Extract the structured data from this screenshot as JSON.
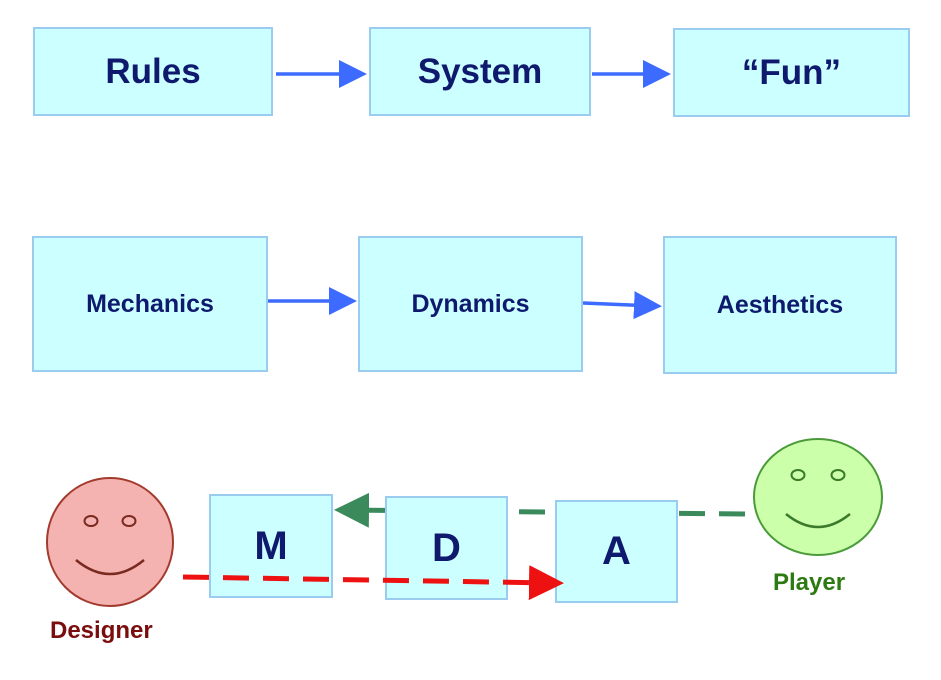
{
  "row1": {
    "boxes": [
      "Rules",
      "System",
      "“Fun”"
    ]
  },
  "row2": {
    "boxes": [
      "Mechanics",
      "Dynamics",
      "Aesthetics"
    ]
  },
  "row3": {
    "boxes": [
      "M",
      "D",
      "A"
    ],
    "designer": {
      "label": "Designer",
      "icon": "smiley-face-icon",
      "color": "#f4b3b0"
    },
    "player": {
      "label": "Player",
      "icon": "smiley-face-icon",
      "color": "#ccffaa"
    }
  },
  "colors": {
    "box_fill": "#ccffff",
    "box_border": "#99ccee",
    "text": "#0f1a6e",
    "flow_arrow": "#3d6bff",
    "designer_arrow": "#ee1111",
    "player_arrow": "#3a8a5c",
    "designer_label": "#7a0e0e",
    "player_label": "#2e7a12"
  }
}
